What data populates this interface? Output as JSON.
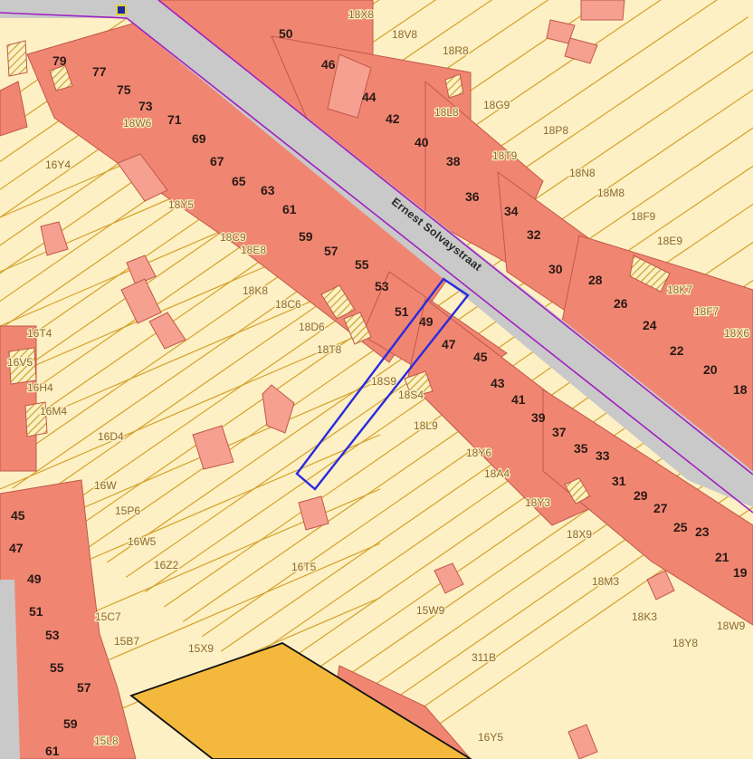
{
  "map": {
    "street_name": "Ernest Solvaystraat",
    "colors": {
      "background_parcel": "#fdf0c4",
      "parcel_border": "#d4a22c",
      "building": "#f08672",
      "building_border": "#c0584a",
      "annex_building": "#f5a090",
      "road": "#c9c9c9",
      "road_edge": "#a020c0",
      "selected_outline": "#2a2ae0",
      "big_building": "#f4b93c",
      "hatched": "#d8c060"
    },
    "house_numbers": {
      "north_side": [
        "50",
        "46",
        "44",
        "42",
        "40",
        "38",
        "36",
        "34",
        "32",
        "30",
        "28",
        "26",
        "24",
        "22",
        "20",
        "18"
      ],
      "south_side": [
        "79",
        "77",
        "75",
        "73",
        "71",
        "69",
        "67",
        "65",
        "63",
        "61",
        "59",
        "57",
        "55",
        "53",
        "51",
        "49",
        "47",
        "45",
        "43",
        "41",
        "39",
        "37",
        "35",
        "33",
        "31",
        "29",
        "27",
        "25",
        "23",
        "21",
        "19"
      ],
      "left_column": [
        "45",
        "47",
        "49",
        "51",
        "53",
        "55",
        "57",
        "59",
        "61"
      ]
    },
    "parcel_labels": {
      "north_side": [
        "18X8",
        "18V8",
        "18R8",
        "18L8",
        "18G9",
        "18P8",
        "18T9",
        "18N8",
        "18M8",
        "18F9",
        "18E9",
        "18K7",
        "18F7",
        "18X6"
      ],
      "south_side": [
        "18W6",
        "16Y4",
        "18Y5",
        "18C9",
        "18E8",
        "18K8",
        "18C6",
        "18D6",
        "18T8",
        "18S9",
        "18S4",
        "18L9",
        "18Y6",
        "18A4",
        "18Y3",
        "18X9",
        "18M3",
        "18K3",
        "18Y8",
        "18W9"
      ],
      "left_side": [
        "16T4",
        "16V5",
        "16H4",
        "16M4",
        "16D4",
        "16W",
        "15P6",
        "16W5",
        "16Z2",
        "16T5",
        "15C7",
        "15B7",
        "15X9",
        "15W9",
        "311B",
        "16Y5",
        "15L8"
      ]
    },
    "selected_parcel_number": "49"
  }
}
